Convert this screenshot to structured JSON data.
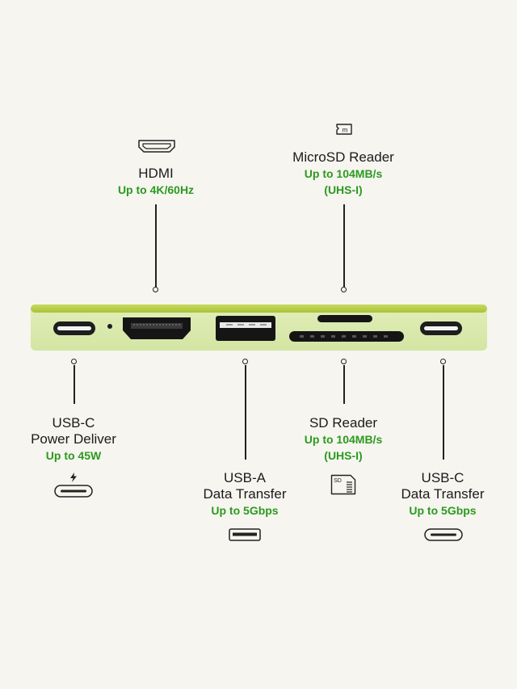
{
  "colors": {
    "accent": "#2c9a1e",
    "background": "#f6f5f0",
    "hub_body": "#dceab2",
    "hub_edge": "#b8cf4a",
    "port": "#151515"
  },
  "ports": {
    "hdmi": {
      "title": "HDMI",
      "spec": "Up to 4K/60Hz",
      "icon": "hdmi-icon"
    },
    "microsd": {
      "title": "MicroSD Reader",
      "spec_line1": "Up to 104MB/s",
      "spec_line2": "(UHS-I)",
      "icon": "microsd-icon",
      "icon_text": "m"
    },
    "usbc_power": {
      "title_line1": "USB-C",
      "title_line2": "Power Deliver",
      "spec": "Up to 45W",
      "icon": "usb-c-power-icon"
    },
    "usba": {
      "title_line1": "USB-A",
      "title_line2": "Data Transfer",
      "spec": "Up to 5Gbps",
      "icon": "usb-a-icon"
    },
    "sd": {
      "title": "SD Reader",
      "spec_line1": "Up to 104MB/s",
      "spec_line2": "(UHS-I)",
      "icon": "sd-card-icon",
      "icon_text": "SD"
    },
    "usbc_data": {
      "title_line1": "USB-C",
      "title_line2": "Data Transfer",
      "spec": "Up to 5Gbps",
      "icon": "usb-c-icon"
    }
  }
}
